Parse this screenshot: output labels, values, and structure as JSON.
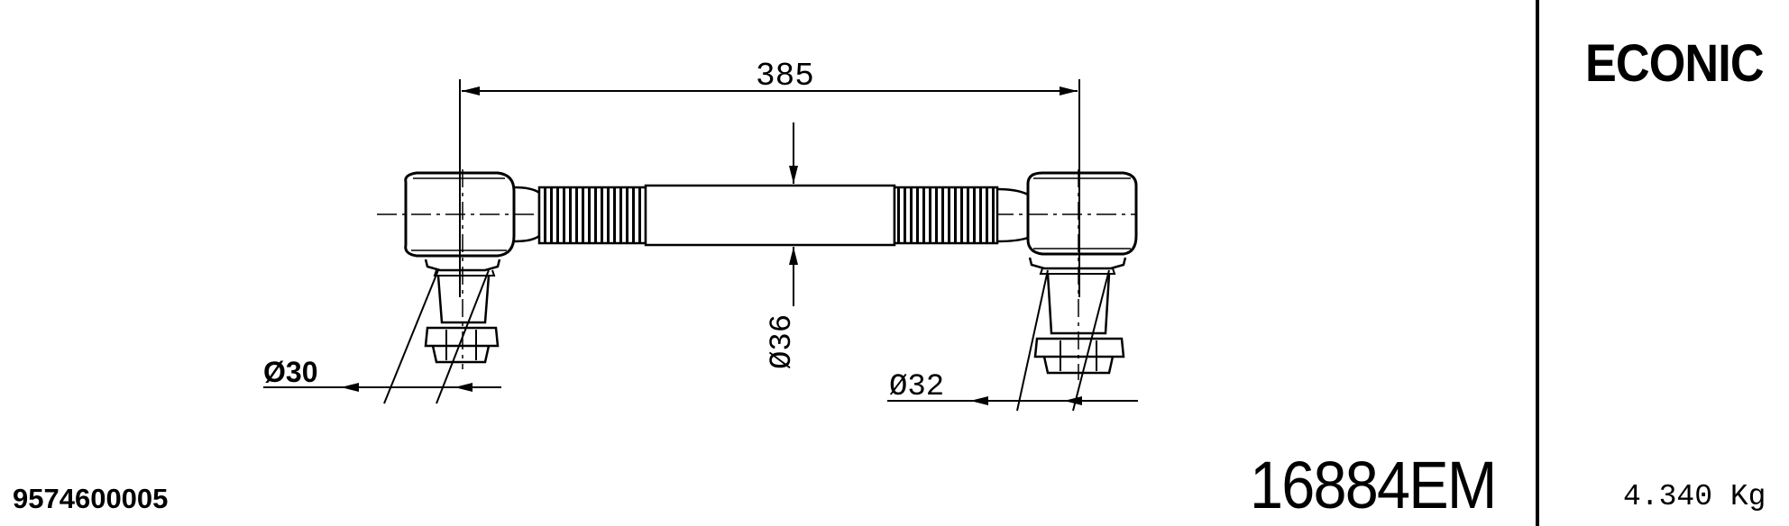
{
  "title_block": {
    "vehicle_model": "ECONIC",
    "oem_number": "9574600005",
    "product_code": "16884EM",
    "weight": "4.340 Kg"
  },
  "dimensions": {
    "center_distance": "385",
    "tube_diameter": "Ø36",
    "left_pin_diameter": "Ø30",
    "right_pin_diameter": "Ø32"
  },
  "icons": [
    "tie-rod-drawing"
  ]
}
